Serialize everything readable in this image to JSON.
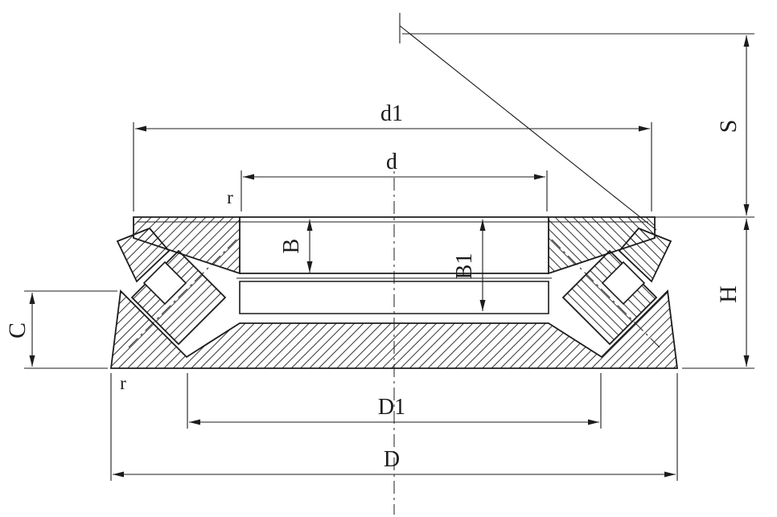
{
  "drawing": {
    "labels": {
      "d1": "d1",
      "d": "d",
      "r_top": "r",
      "B": "B",
      "B1": "B1",
      "S": "S",
      "H": "H",
      "C": "C",
      "D1": "D1",
      "D": "D",
      "r_bottom": "r"
    },
    "colors": {
      "ink": "#1c1c1c",
      "background": "#ffffff"
    }
  }
}
